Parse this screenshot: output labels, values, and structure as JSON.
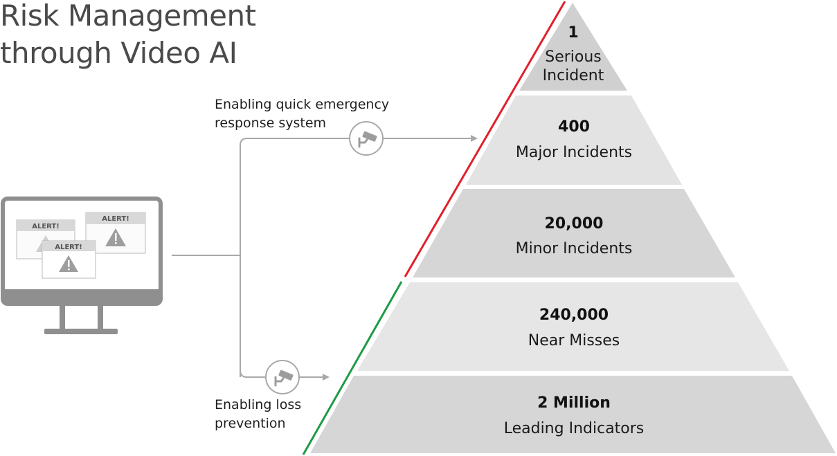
{
  "title": {
    "line1": "Risk Management",
    "line2": "through Video AI"
  },
  "annotations": {
    "emergency_line1": "Enabling quick emergency",
    "emergency_line2": "response system",
    "loss_line1": "Enabling loss",
    "loss_line2": "prevention"
  },
  "monitor": {
    "alert_label": "ALERT!"
  },
  "pyramid": {
    "tiers": [
      {
        "number": "1",
        "label_line1": "Serious",
        "label_line2": "Incident"
      },
      {
        "number": "400",
        "label": "Major Incidents"
      },
      {
        "number": "20,000",
        "label": "Minor Incidents"
      },
      {
        "number": "240,000",
        "label": "Near Misses"
      },
      {
        "number": "2 Million",
        "label": "Leading Indicators"
      }
    ]
  },
  "icons": {
    "camera": "cctv-camera-icon",
    "warning": "warning-triangle-icon",
    "monitor": "desktop-monitor-icon"
  },
  "colors": {
    "tier_fill": "#e3e3e3",
    "tier_fill_dark": "#d0d0d0",
    "line_gray": "#a8a8a8",
    "monitor_gray": "#8f8f8f",
    "upper_edge": "#e0202a",
    "lower_edge": "#1e9a46",
    "title": "#4a4a4a"
  }
}
